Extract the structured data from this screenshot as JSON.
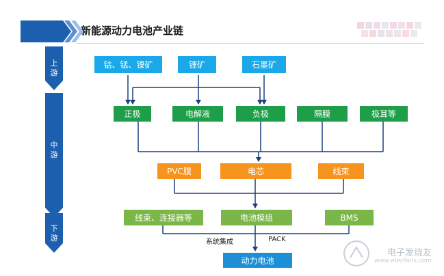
{
  "header": {
    "title": "新能源动力电池产业链"
  },
  "stages": [
    {
      "label": "上\n游"
    },
    {
      "label": "中\n游"
    },
    {
      "label": "下\n游"
    }
  ],
  "nodes": {
    "raw_cobalt": "钴、锰、镍矿",
    "raw_lithium": "锂矿",
    "raw_graphite": "石墨矿",
    "cathode": "正极",
    "electrolyte": "电解液",
    "anode": "负极",
    "separator": "隔膜",
    "tabs": "极耳等",
    "pvc_film": "PVC膜",
    "cell": "电芯",
    "harness": "线束",
    "harness_connector": "线束、连接器等",
    "battery_module": "电池模组",
    "bms": "BMS",
    "power_battery": "动力电池"
  },
  "edge_labels": {
    "system_integration": "系统集成",
    "pack": "PACK"
  },
  "watermark": {
    "brand": "电子发烧友",
    "url": "www.elecfans.com"
  }
}
